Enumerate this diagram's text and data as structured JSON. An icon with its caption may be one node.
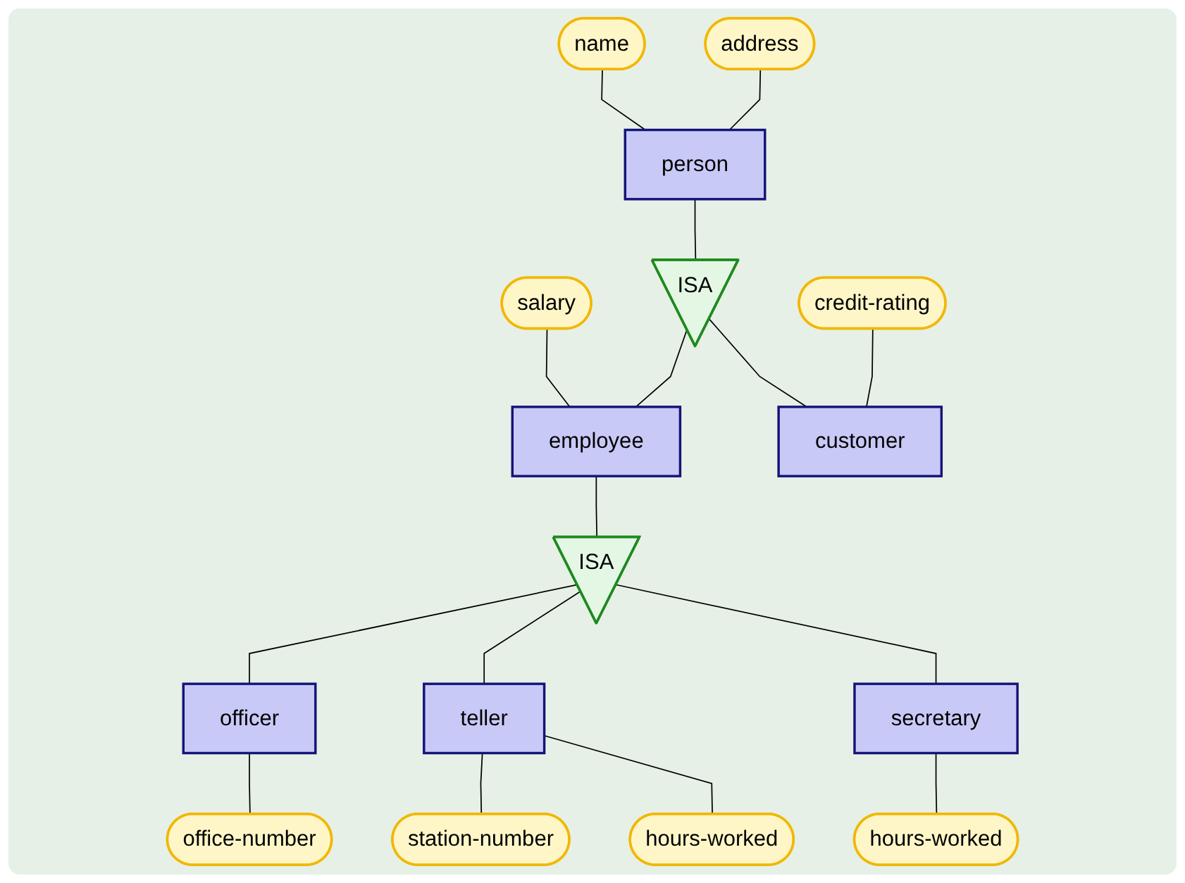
{
  "diagram": {
    "nodes": [
      {
        "text": [
          "name"
        ]
      },
      {
        "text": [
          "address"
        ]
      },
      {
        "text": [
          "person"
        ]
      },
      {
        "text": [
          "ISA"
        ]
      },
      {
        "text": [
          "salary"
        ]
      },
      {
        "text": [
          "credit-rating"
        ]
      },
      {
        "text": [
          "employee"
        ]
      },
      {
        "text": [
          "customer"
        ]
      },
      {
        "text": [
          "ISA"
        ]
      },
      {
        "text": [
          "officer"
        ]
      },
      {
        "text": [
          "teller"
        ]
      },
      {
        "text": [
          "secretary"
        ]
      },
      {
        "text": [
          "office-number"
        ]
      },
      {
        "text": [
          "hours-worked"
        ]
      },
      {
        "text": [
          "station-number"
        ]
      },
      {
        "text": [
          "hours-worked"
        ]
      }
    ],
    "edges": [
      {
        "from": 0,
        "to": 2,
        "arrow": "none"
      },
      {
        "from": 1,
        "to": 2,
        "arrow": "none"
      },
      {
        "from": 2,
        "to": 3,
        "arrow": "none"
      },
      {
        "from": 4,
        "to": 6,
        "arrow": "none"
      },
      {
        "from": 3,
        "to": 6,
        "arrow": "none"
      },
      {
        "from": 3,
        "to": 7,
        "arrow": "none"
      },
      {
        "from": 5,
        "to": 7,
        "arrow": "none"
      },
      {
        "from": 6,
        "to": 8,
        "arrow": "none"
      },
      {
        "from": 8,
        "to": 9,
        "arrow": "none"
      },
      {
        "from": 8,
        "to": 10,
        "arrow": "none"
      },
      {
        "from": 8,
        "to": 11,
        "arrow": "none"
      },
      {
        "from": 9,
        "to": 12,
        "arrow": "none"
      },
      {
        "from": 11,
        "to": 13,
        "arrow": "none"
      },
      {
        "from": 10,
        "to": 14,
        "arrow": "none"
      },
      {
        "from": 10,
        "to": 15,
        "arrow": "none"
      }
    ]
  }
}
